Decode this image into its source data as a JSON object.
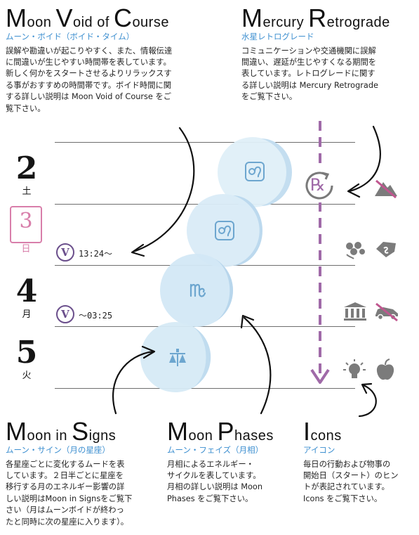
{
  "sections": {
    "moon_void": {
      "cap1": "M",
      "rest1": "oon ",
      "cap2": "V",
      "rest2": "oid of ",
      "cap3": "C",
      "rest3": "ourse",
      "subtitle": "ムーン・ボイド（ボイド・タイム）",
      "body": "誤解や勘違いが起こりやすく、また、情報伝達\nに間違いが生じやすい時間帯を表しています。\n新しく何かをスタートさせるよりリラックスす\nる事がおすすめの時間帯です。ボイド時間に関\nする詳しい説明は Moon Void of Course をご\n覧下さい。"
    },
    "mercury": {
      "cap1": "M",
      "rest1": "ercury ",
      "cap2": "R",
      "rest2": "etrograde",
      "subtitle": "水星レトログレード",
      "body": "コミュニケーションや交通機関に誤解\n間違い、遅延が生じやすくなる期間を\n表しています。レトログレードに関す\nる詳しい説明は Mercury Retrograde\nをご覧下さい。"
    },
    "moon_signs": {
      "cap1": "M",
      "rest1": "oon in ",
      "cap2": "S",
      "rest2": "igns",
      "subtitle": "ムーン・サイン（月の星座）",
      "body": "各星座ごとに変化するムードを表\nしています。２日半ごとに星座を\n移行する月のエネルギー影響の詳\nしい説明はMoon in Signsをご覧下\nさい（月はムーンボイドが終わっ\nたと同時に次の星座に入ります）。"
    },
    "moon_phases": {
      "cap1": "M",
      "rest1": "oon ",
      "cap2": "P",
      "rest2": "hases",
      "subtitle": "ムーン・フェイズ（月相）",
      "body": "月相によるエネルギー・\nサイクルを表しています。\n月相の詳しい説明は Moon\nPhases をご覧下さい。"
    },
    "icons": {
      "cap1": "I",
      "rest1": "cons",
      "subtitle": "アイコン",
      "body": "毎日の行動および物事の\n開始日（スタート）のヒン\nトが表記されています。\nIcons をご覧下さい。"
    }
  },
  "days": [
    {
      "num": "2",
      "day": "土",
      "today": false
    },
    {
      "num": "3",
      "day": "日",
      "today": true
    },
    {
      "num": "4",
      "day": "月",
      "today": false
    },
    {
      "num": "5",
      "day": "火",
      "today": false
    }
  ],
  "void_entries": [
    {
      "symbol": "V",
      "time": "13:24〜"
    },
    {
      "symbol": "V",
      "time": "〜03:25"
    }
  ],
  "retrograde_symbol": "℞",
  "moon_signs_icons": [
    "leo-sign-icon",
    "leo-sign-icon",
    "virgo-sign-icon",
    "libra-sign-icon"
  ],
  "colors": {
    "subtitle": "#3d8fd0",
    "moon": "#d6eaf6",
    "moon_symbol": "#6da6cf",
    "retrograde": "#a06aa8",
    "void_badge": "#6b4f8c",
    "today": "#d87eaa",
    "icon_gray": "#7b7b7b",
    "cross": "#c0568f"
  }
}
